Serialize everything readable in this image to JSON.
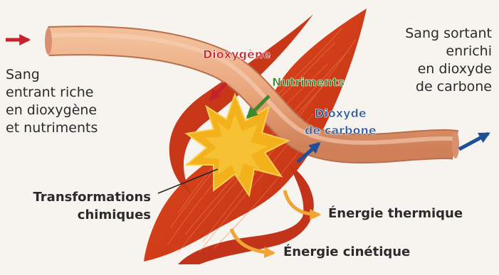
{
  "labels": {
    "incoming": [
      "Sang",
      "entrant riche",
      "en dioxygène",
      "et nutriments"
    ],
    "outgoing": [
      "Sang sortant",
      "enrichi",
      "en dioxyde",
      "de carbone"
    ],
    "oxygen": "Dioxygène",
    "nutrients": "Nutriments",
    "co2": [
      "Dioxyde",
      "de carbone"
    ],
    "transformations": [
      "Transformations",
      "chimiques"
    ],
    "thermal": "Énergie thermique",
    "kinetic": "Énergie cinétique"
  },
  "colors": {
    "background": "#f7f4ef",
    "vessel": "#e7a57d",
    "muscle": "#d2401a",
    "star": "#f3b21c",
    "red_arrow": "#c6222b",
    "green_arrow": "#3d8a2a",
    "blue_arrow": "#1f4f97",
    "orange_arrow": "#f0a434"
  }
}
